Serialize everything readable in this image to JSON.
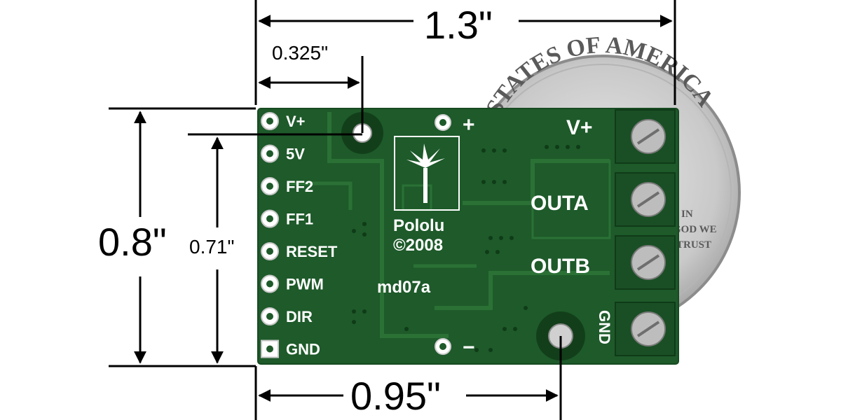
{
  "dimensions": {
    "width_total": "1.3\"",
    "mount_offset_x": "0.325\"",
    "height_total": "0.8\"",
    "mount_offset_y": "0.71\"",
    "mount_offset_bottom": "0.95\""
  },
  "coin": {
    "text_top": "STATES OF AMERICA",
    "text_right_1": "IN",
    "text_right_2": "GOD WE",
    "text_right_3": "TRUST"
  },
  "board": {
    "color": "#1e5a2a",
    "pins_left": [
      "V+",
      "5V",
      "FF2",
      "FF1",
      "RESET",
      "PWM",
      "DIR",
      "GND"
    ],
    "plus_label": "+",
    "minus_label": "−",
    "terminals": [
      "V+",
      "OUTA",
      "OUTB",
      "GND"
    ],
    "logo_line1": "Pololu",
    "logo_line2": "©2008",
    "part": "md07a"
  }
}
